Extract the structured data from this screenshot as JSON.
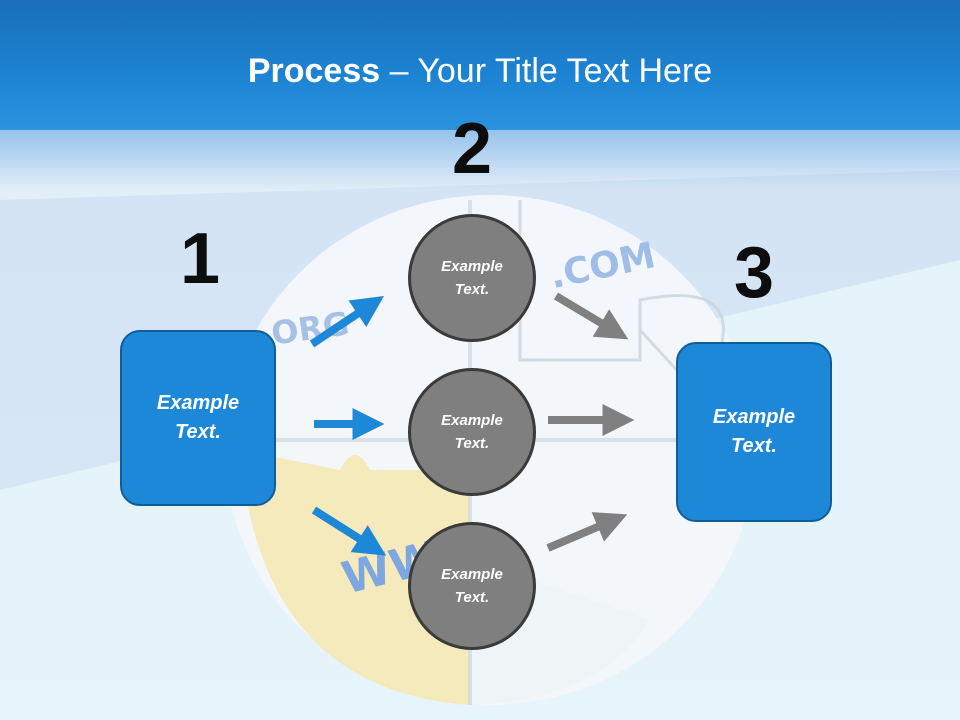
{
  "title": {
    "bold": "Process",
    "rest": " – Your Title Text Here"
  },
  "background_text": {
    "com": ".COM",
    "org": "ORG",
    "www": "WWW"
  },
  "steps": [
    {
      "number": "1",
      "box_text": "Example Text."
    },
    {
      "number": "2",
      "circles": [
        "Example Text.",
        "Example Text.",
        "Example Text."
      ]
    },
    {
      "number": "3",
      "box_text": "Example Text."
    }
  ],
  "colors": {
    "header": "#1c82d2",
    "box": "#1e88d8",
    "circle": "#7f7f7f",
    "blue_arrow": "#1e88d8",
    "gray_arrow": "#808080"
  }
}
